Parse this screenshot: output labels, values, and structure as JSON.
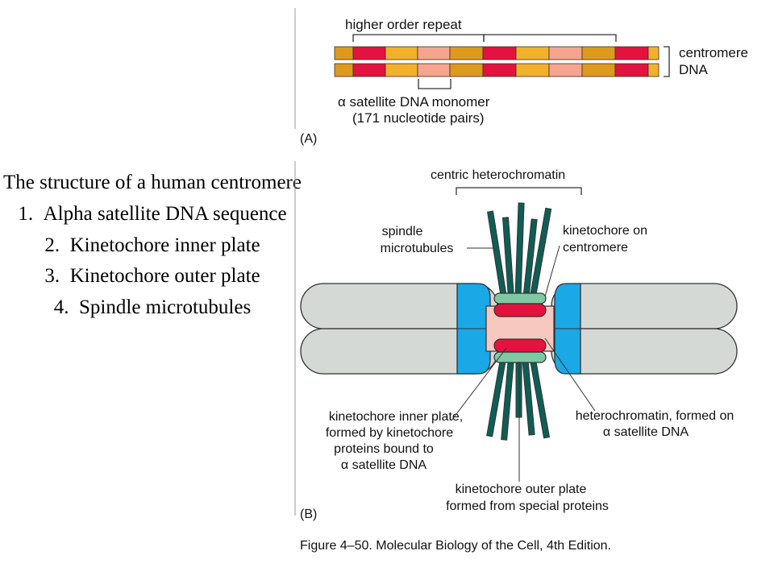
{
  "slide": {
    "title": "The structure of a human centromere",
    "list": [
      {
        "num": "1.",
        "text": "Alpha satellite DNA sequence"
      },
      {
        "num": "2.",
        "text": "Kinetochore inner plate"
      },
      {
        "num": "3.",
        "text": "Kinetochore outer plate"
      },
      {
        "num": "4.",
        "text": "Spindle microtubules"
      }
    ]
  },
  "figure_a": {
    "higher_order_repeat": "higher order repeat",
    "centromere": "centromere",
    "dna": "DNA",
    "monomer_line1": "α satellite DNA monomer",
    "monomer_line2": "(171 nucleotide pairs)",
    "panel": "(A)"
  },
  "figure_b": {
    "centric_heterochromatin": "centric heterochromatin",
    "spindle_line1": "spindle",
    "spindle_line2": "microtubules",
    "kinetochore_on_line1": "kinetochore on",
    "kinetochore_on_line2": "centromere",
    "inner_line1": "kinetochore inner plate,",
    "inner_line2": "formed by kinetochore",
    "inner_line3": "proteins bound to",
    "inner_line4": "α satellite DNA",
    "hetero_line1": "heterochromatin, formed on",
    "hetero_line2": "α satellite DNA",
    "outer_line1": "kinetochore outer plate",
    "outer_line2": "formed from special proteins",
    "panel": "(B)"
  },
  "caption": "Figure 4–50. Molecular Biology of the Cell, 4th Edition.",
  "colors": {
    "red": "#e3123e",
    "pink": "#f5a48e",
    "gold": "#f2b12a",
    "orange": "#de9a1c",
    "teal": "#0e5e55",
    "plate": "#7ec9a2",
    "kinetochore_blue": "#1aa8e6",
    "chromatid": "#d4d9d6",
    "heterochromatin": "#f6c8bf"
  }
}
